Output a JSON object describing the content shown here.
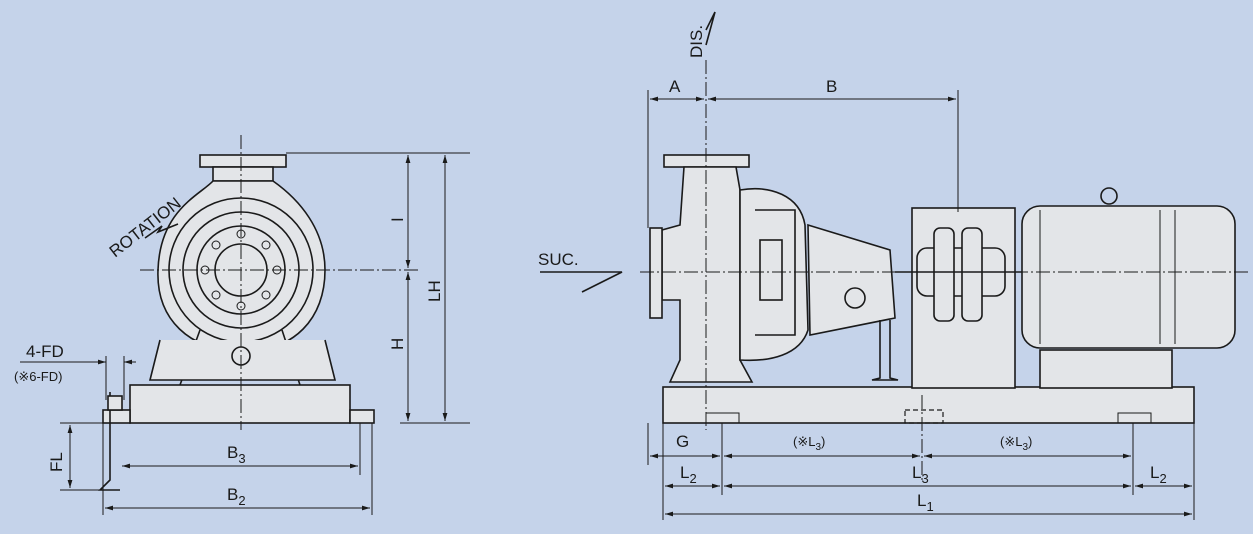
{
  "labels": {
    "rotation": "ROTATION",
    "fd": "4-FD",
    "fd_alt": "(※6-FD)",
    "fl": "FL",
    "b3": "B",
    "b3_sub": "3",
    "b2": "B",
    "b2_sub": "2",
    "i": "I",
    "h": "H",
    "lh": "LH",
    "dis": "DIS.",
    "suc": "SUC.",
    "a": "A",
    "b": "B",
    "g": "G",
    "l3_open": "(※L",
    "l3_sub": "3",
    "l3_close": ")",
    "l3_open2": "(※L",
    "l3_sub2": "3",
    "l3_close2": ")",
    "l2_left": "L",
    "l2_left_sub": "2",
    "l3_mid": "L",
    "l3_mid_sub": "3",
    "l2_right": "L",
    "l2_right_sub": "2",
    "l1": "L",
    "l1_sub": "1"
  },
  "colors": {
    "background": "#c5d3ea",
    "line": "#1a1a1a",
    "body_fill": "#e3e5e8"
  }
}
